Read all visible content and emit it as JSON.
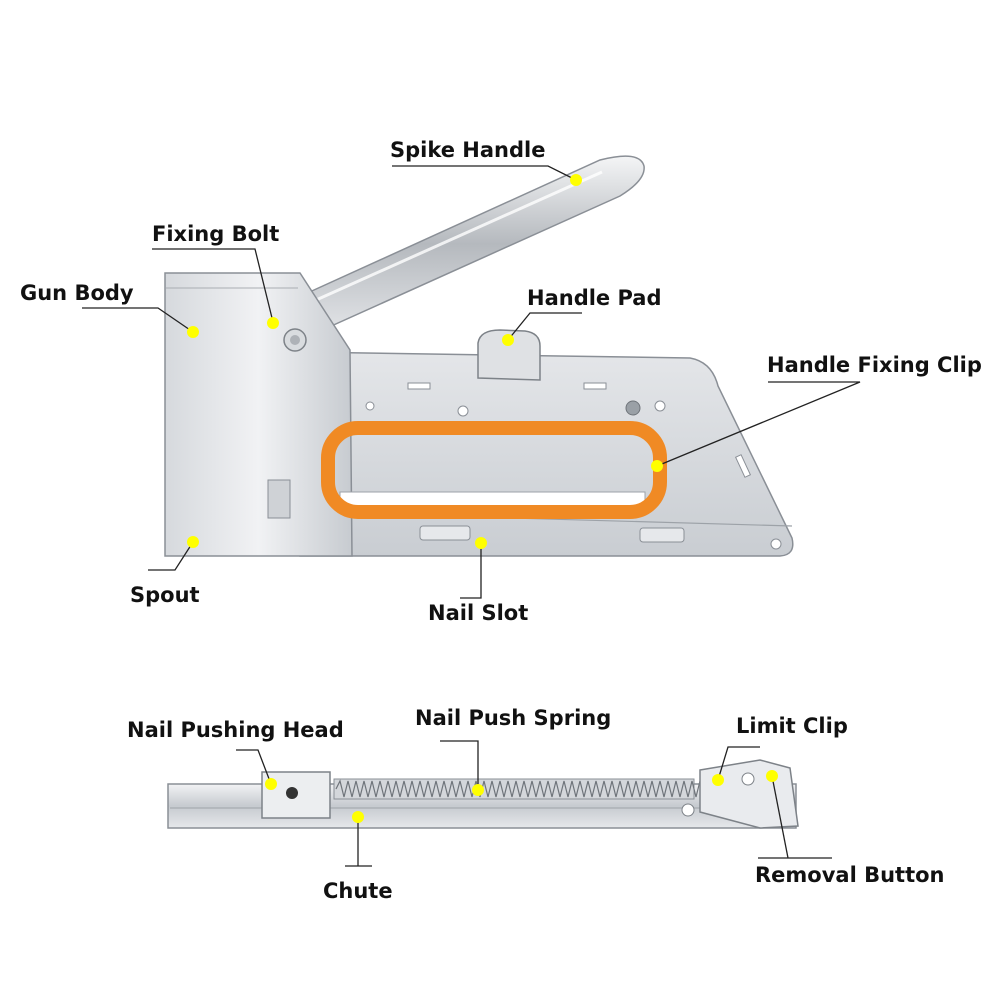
{
  "colors": {
    "background": "#ffffff",
    "label_text": "#111111",
    "leader_line": "#222222",
    "marker_dot": "#ffff00",
    "grip_orange": "#f08a24",
    "steel_light": "#e9ebee",
    "steel_mid": "#c3c7cc",
    "steel_dark": "#8a8f96"
  },
  "stapler": {
    "labels": {
      "spike_handle": "Spike Handle",
      "fixing_bolt": "Fixing Bolt",
      "gun_body": "Gun Body",
      "handle_pad": "Handle Pad",
      "handle_fixing_clip": "Handle Fixing Clip",
      "spout": "Spout",
      "nail_slot": "Nail Slot"
    }
  },
  "magazine": {
    "labels": {
      "nail_pushing_head": "Nail Pushing Head",
      "nail_push_spring": "Nail Push Spring",
      "limit_clip": "Limit Clip",
      "chute": "Chute",
      "removal_button": "Removal Button"
    }
  }
}
